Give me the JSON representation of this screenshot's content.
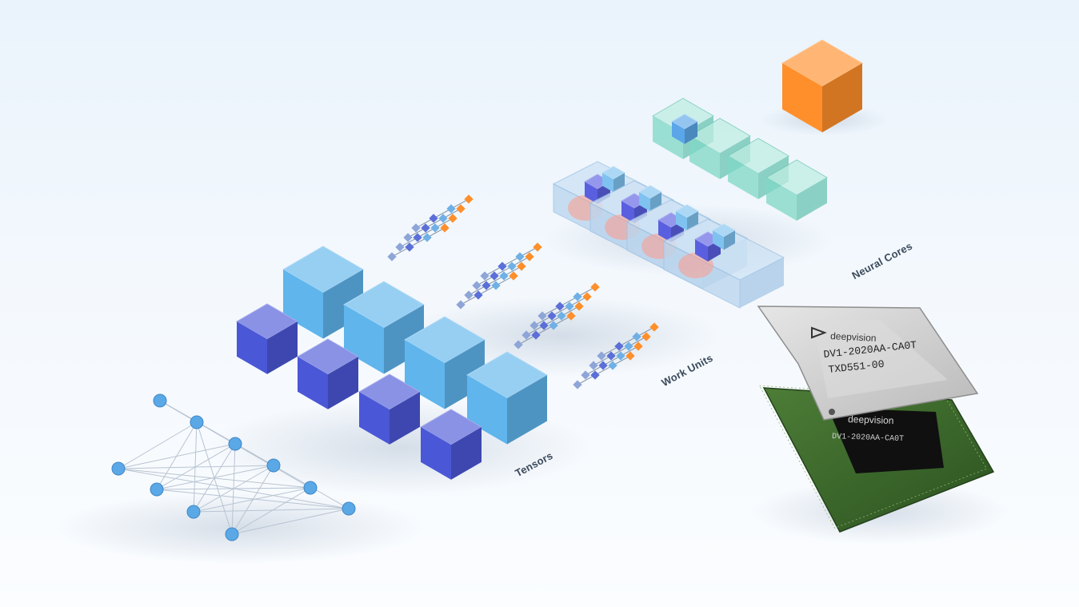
{
  "labels": {
    "tensors": "Tensors",
    "work_units": "Work Units",
    "neural_cores": "Neural Cores"
  },
  "chip": {
    "brand": "deepvision",
    "lid_line1": "DV1-2020AA-CA0T",
    "lid_line2": "TXD551-00",
    "die_brand": "deepvision",
    "die_line": "DV1-2020AA-CA0T"
  },
  "colors": {
    "tensor_light": "#5fb5ec",
    "tensor_dark": "#4a57d6",
    "neural_teal": "#7fd8c6",
    "orange": "#ff8f2a",
    "node": "#5aa9e6",
    "pcb": "#3c6a2c",
    "lid": "#cfcfcf"
  }
}
